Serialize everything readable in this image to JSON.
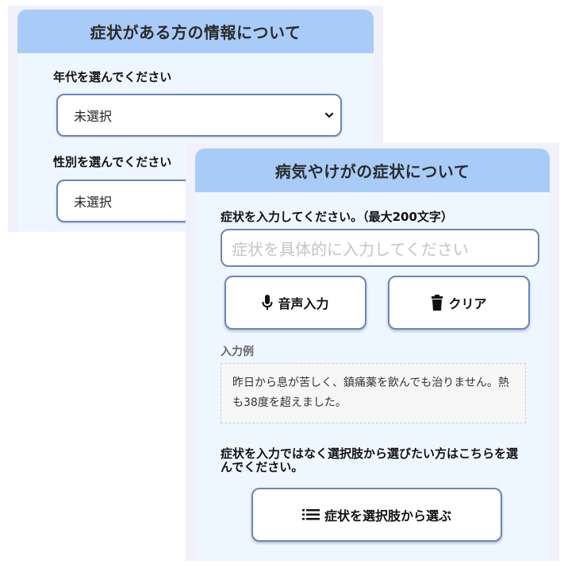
{
  "patient_info": {
    "header": "症状がある方の情報について",
    "age": {
      "label": "年代を選んでください",
      "selected": "未選択"
    },
    "gender": {
      "label": "性別を選んでください",
      "selected": "未選択"
    }
  },
  "symptoms": {
    "header": "病気やけがの症状について",
    "input_label": "症状を入力してください。（最大200文字）",
    "input_placeholder": "症状を具体的に入力してください",
    "input_value": "",
    "voice_button": {
      "label": "音声入力",
      "icon": "microphone-icon"
    },
    "clear_button": {
      "label": "クリア",
      "icon": "trash-icon"
    },
    "example_label": "入力例",
    "example_text": "昨日から息が苦しく、鎮痛薬を飲んでも治りません。熱も38度を超えました。",
    "alt_prompt": "症状を入力ではなく選択肢から選びたい方はこちらを選んでください。",
    "choose_button": {
      "label": "症状を選択肢から選ぶ",
      "icon": "list-icon"
    }
  },
  "colors": {
    "header_bg": "#a9cbf7",
    "card_bg": "#eef6ff",
    "border": "#6a86b9"
  }
}
